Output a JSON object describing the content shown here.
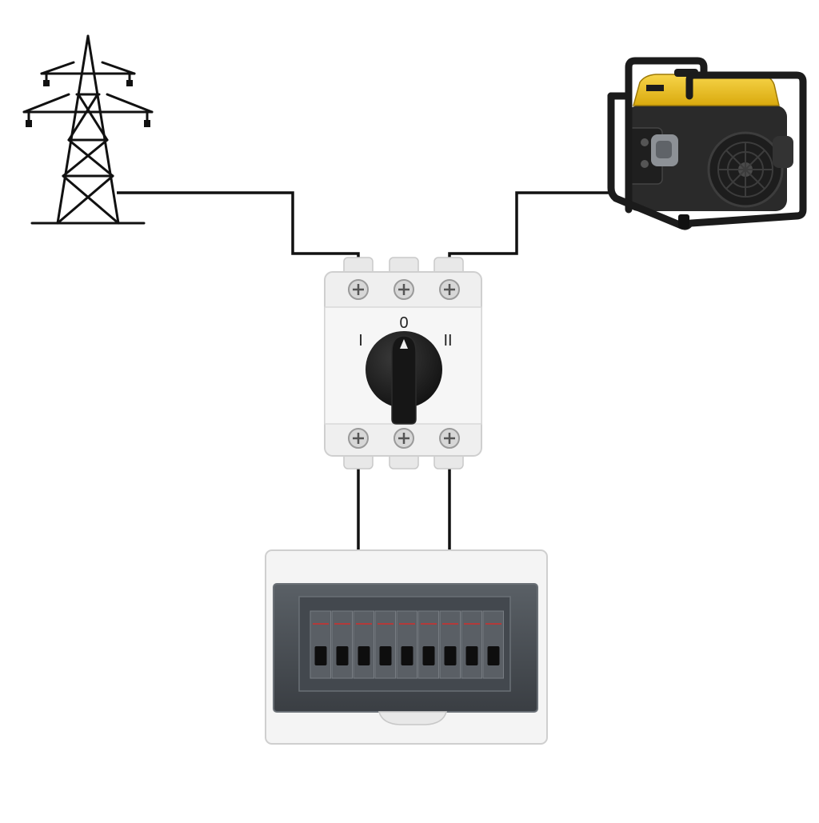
{
  "switch": {
    "pos_1": "I",
    "pos_0": "0",
    "pos_2": "II"
  },
  "colors": {
    "wire": "#111111",
    "generator_tank": "#f2c21b",
    "generator_frame": "#1b1b1b",
    "switch_body": "#efefef",
    "knob": "#1c1c1c",
    "panel_frame": "#f4f4f4",
    "panel_glass": "#4a4f55",
    "breaker_stripe": "#b23a3a"
  },
  "icons": {
    "grid_source": "power-pylon-icon",
    "generator_source": "portable-generator-icon",
    "switch": "changeover-switch-icon",
    "load": "breaker-panel-icon"
  },
  "panel": {
    "breaker_count": 9
  }
}
